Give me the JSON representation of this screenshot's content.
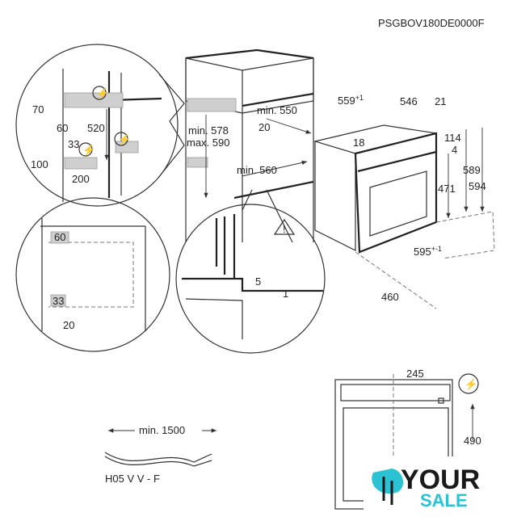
{
  "model_code": "PSGBOV180DE0000F",
  "detail_top_left": {
    "d70": "70",
    "d60": "60",
    "d520": "520",
    "d33": "33",
    "d100": "100",
    "d200": "200"
  },
  "cabinet": {
    "min_depth": "min. 550",
    "gap": "20",
    "min_height": "min. 578",
    "max_height": "max. 590",
    "min_width": "min. 560"
  },
  "oven": {
    "depth_total": "559",
    "depth_total_tol": "+1",
    "depth_body": "546",
    "front": "21",
    "top": "18",
    "panel": "114",
    "gap": "4",
    "height_body": "589",
    "height_total": "594",
    "door": "471",
    "width": "595",
    "width_tol": "+-1",
    "depth_door_open": "460"
  },
  "detail_bottom_left": {
    "d60": "60",
    "d33": "33",
    "d20": "20"
  },
  "detail_bottom_mid": {
    "d5": "5",
    "d1": "1"
  },
  "cable": {
    "length": "min. 1500",
    "type": "H05 V V - F"
  },
  "rear_view": {
    "d245": "245",
    "d490": "490"
  },
  "logo": {
    "line1": "YOUR",
    "line2": "SALE",
    "accent": "#2bc3d4"
  }
}
